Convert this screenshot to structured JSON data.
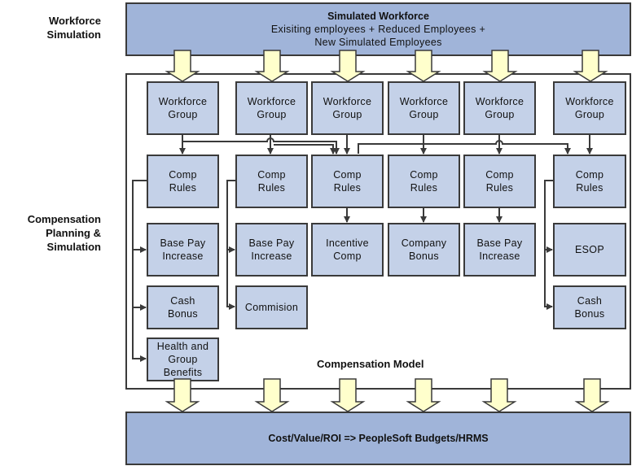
{
  "side_labels": {
    "workforce_simulation": "Workforce\nSimulation",
    "compensation_planning": "Compensation\nPlanning &\nSimulation"
  },
  "top_band": {
    "title": "Simulated Workforce",
    "line1": "Exisiting employees + Reduced Employees +",
    "line2": "New Simulated Employees"
  },
  "columns": [
    {
      "group": "Workforce\nGroup",
      "rules": "Comp\nRules",
      "outputs": [
        "Base Pay\nIncrease",
        "Cash\nBonus",
        "Health and\nGroup\nBenefits"
      ]
    },
    {
      "group": "Workforce\nGroup",
      "rules": "Comp\nRules",
      "outputs": [
        "Base Pay\nIncrease",
        "Commision"
      ]
    },
    {
      "group": "Workforce\nGroup",
      "rules": "Comp\nRules",
      "outputs": [
        "Incentive\nComp"
      ]
    },
    {
      "group": "Workforce\nGroup",
      "rules": "Comp\nRules",
      "outputs": [
        "Company\nBonus"
      ]
    },
    {
      "group": "Workforce\nGroup",
      "rules": "Comp\nRules",
      "outputs": [
        "Base Pay\nIncrease"
      ]
    },
    {
      "group": "Workforce\nGroup",
      "rules": "Comp\nRules",
      "outputs": [
        "ESOP",
        "Cash\nBonus"
      ]
    }
  ],
  "model_label": "Compensation Model",
  "bottom_band": {
    "title": "Cost/Value/ROI => PeopleSoft Budgets/HRMS"
  },
  "colors": {
    "band_fill": "#a0b4d9",
    "node_fill": "#c4d1e8",
    "arrow_fill": "#ffffcc",
    "line": "#3a3a3a"
  }
}
